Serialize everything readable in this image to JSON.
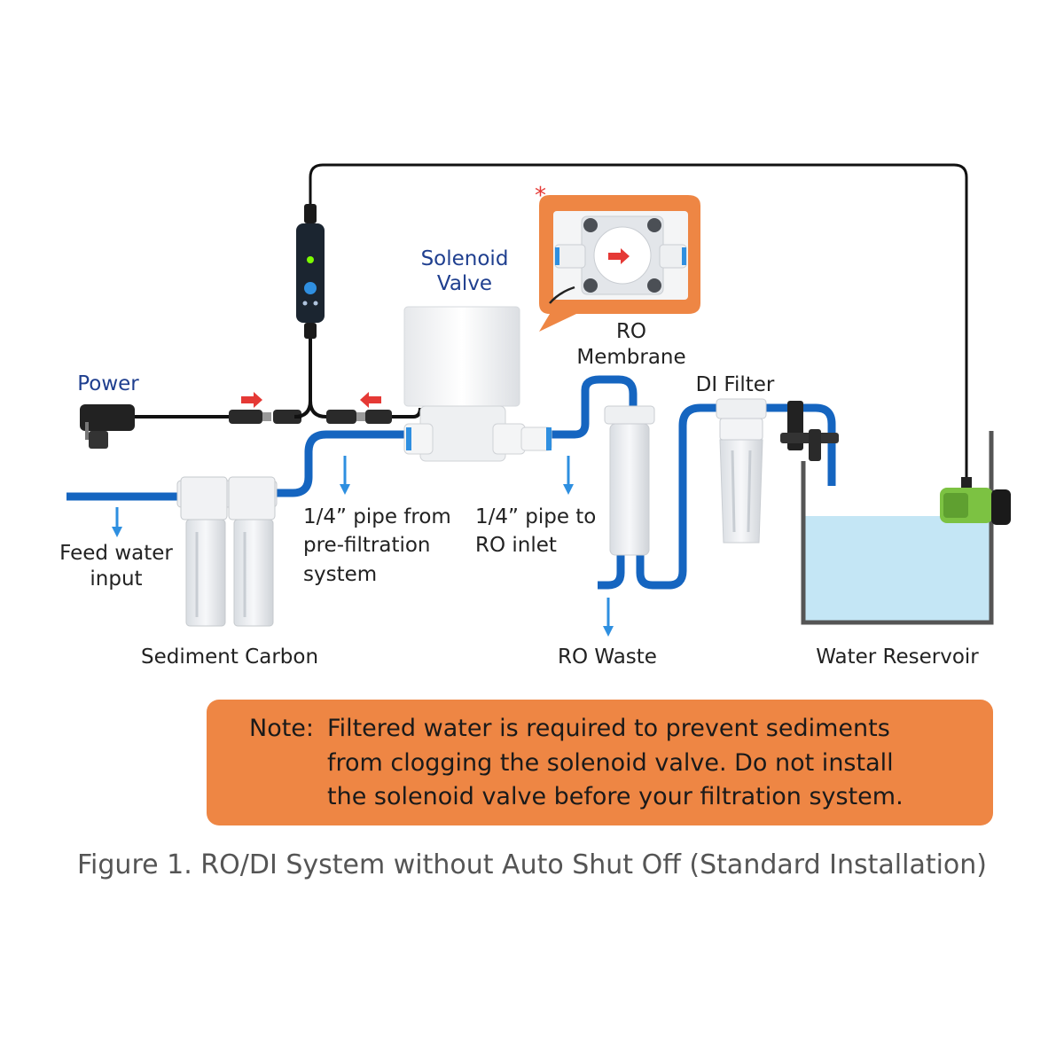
{
  "labels": {
    "solenoid_valve_1": "Solenoid",
    "solenoid_valve_2": "Valve",
    "power": "Power",
    "ro_membrane_1": "RO",
    "ro_membrane_2": "Membrane",
    "di_filter": "DI Filter",
    "feed_water_1": "Feed water",
    "feed_water_2": "input",
    "pipe_from_1": "1/4” pipe from",
    "pipe_from_2": "pre-filtration",
    "pipe_from_3": "system",
    "pipe_to_1": "1/4” pipe to",
    "pipe_to_2": "RO inlet",
    "sediment_carbon": "Sediment Carbon",
    "ro_waste": "RO Waste",
    "water_reservoir": "Water Reservoir",
    "asterisk": "*"
  },
  "note": {
    "prefix": "Note:",
    "line1": "Filtered water is required to prevent sediments",
    "line2": "from clogging the solenoid valve. Do not install",
    "line3": "the solenoid valve before your filtration system."
  },
  "caption": "Figure 1. RO/DI System without Auto Shut Off (Standard Installation)",
  "colors": {
    "pipe": "#1565c0",
    "flow_arrow": "#2e8fe0",
    "direction_arrow": "#e53935",
    "note_bg": "#ee8644",
    "water": "#c4e6f5",
    "pump": "#7cc242"
  }
}
